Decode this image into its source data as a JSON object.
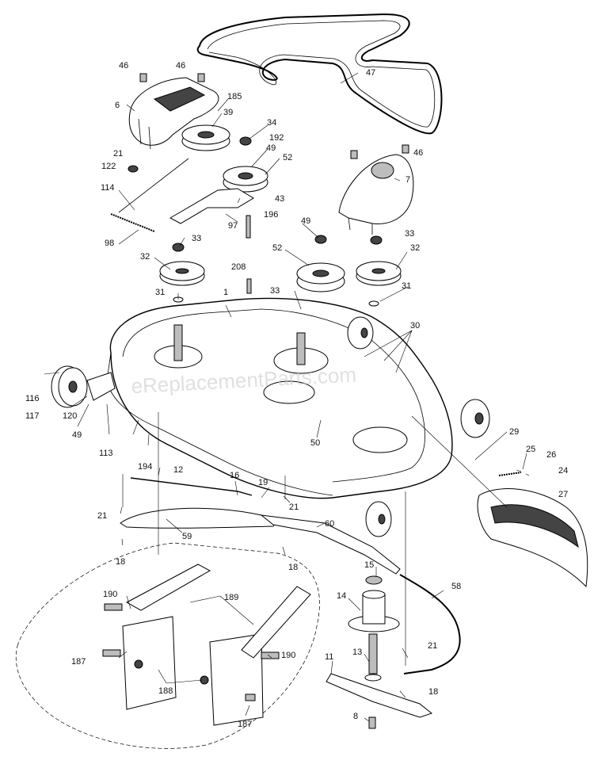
{
  "watermark": "eReplacementParts.com",
  "labels": {
    "l46a": "46",
    "l46b": "46",
    "l46c": "46",
    "l47": "47",
    "l6": "6",
    "l185": "185",
    "l39": "39",
    "l34": "34",
    "l192": "192",
    "l49a": "49",
    "l52a": "52",
    "l21a": "21",
    "l122": "122",
    "l7": "7",
    "l114": "114",
    "l43": "43",
    "l196": "196",
    "l97": "97",
    "l98": "98",
    "l33a": "33",
    "l49b": "49",
    "l33b": "33",
    "l32a": "32",
    "l52b": "52",
    "l32b": "32",
    "l208": "208",
    "l31a": "31",
    "l1": "1",
    "l33c": "33",
    "l31b": "31",
    "l30": "30",
    "l116": "116",
    "l117": "117",
    "l120": "120",
    "l49c": "49",
    "l113": "113",
    "l194": "194",
    "l50": "50",
    "l29": "29",
    "l12": "12",
    "l16": "16",
    "l19": "19",
    "l25": "25",
    "l26": "26",
    "l24": "24",
    "l21b": "21",
    "l21c": "21",
    "l27": "27",
    "l59": "59",
    "l60": "60",
    "l18a": "18",
    "l18b": "18",
    "l15": "15",
    "l58": "58",
    "l190a": "190",
    "l189": "189",
    "l14": "14",
    "l187a": "187",
    "l190b": "190",
    "l11": "11",
    "l21d": "21",
    "l13": "13",
    "l188": "188",
    "l18c": "18",
    "l187b": "187",
    "l8": "8"
  }
}
